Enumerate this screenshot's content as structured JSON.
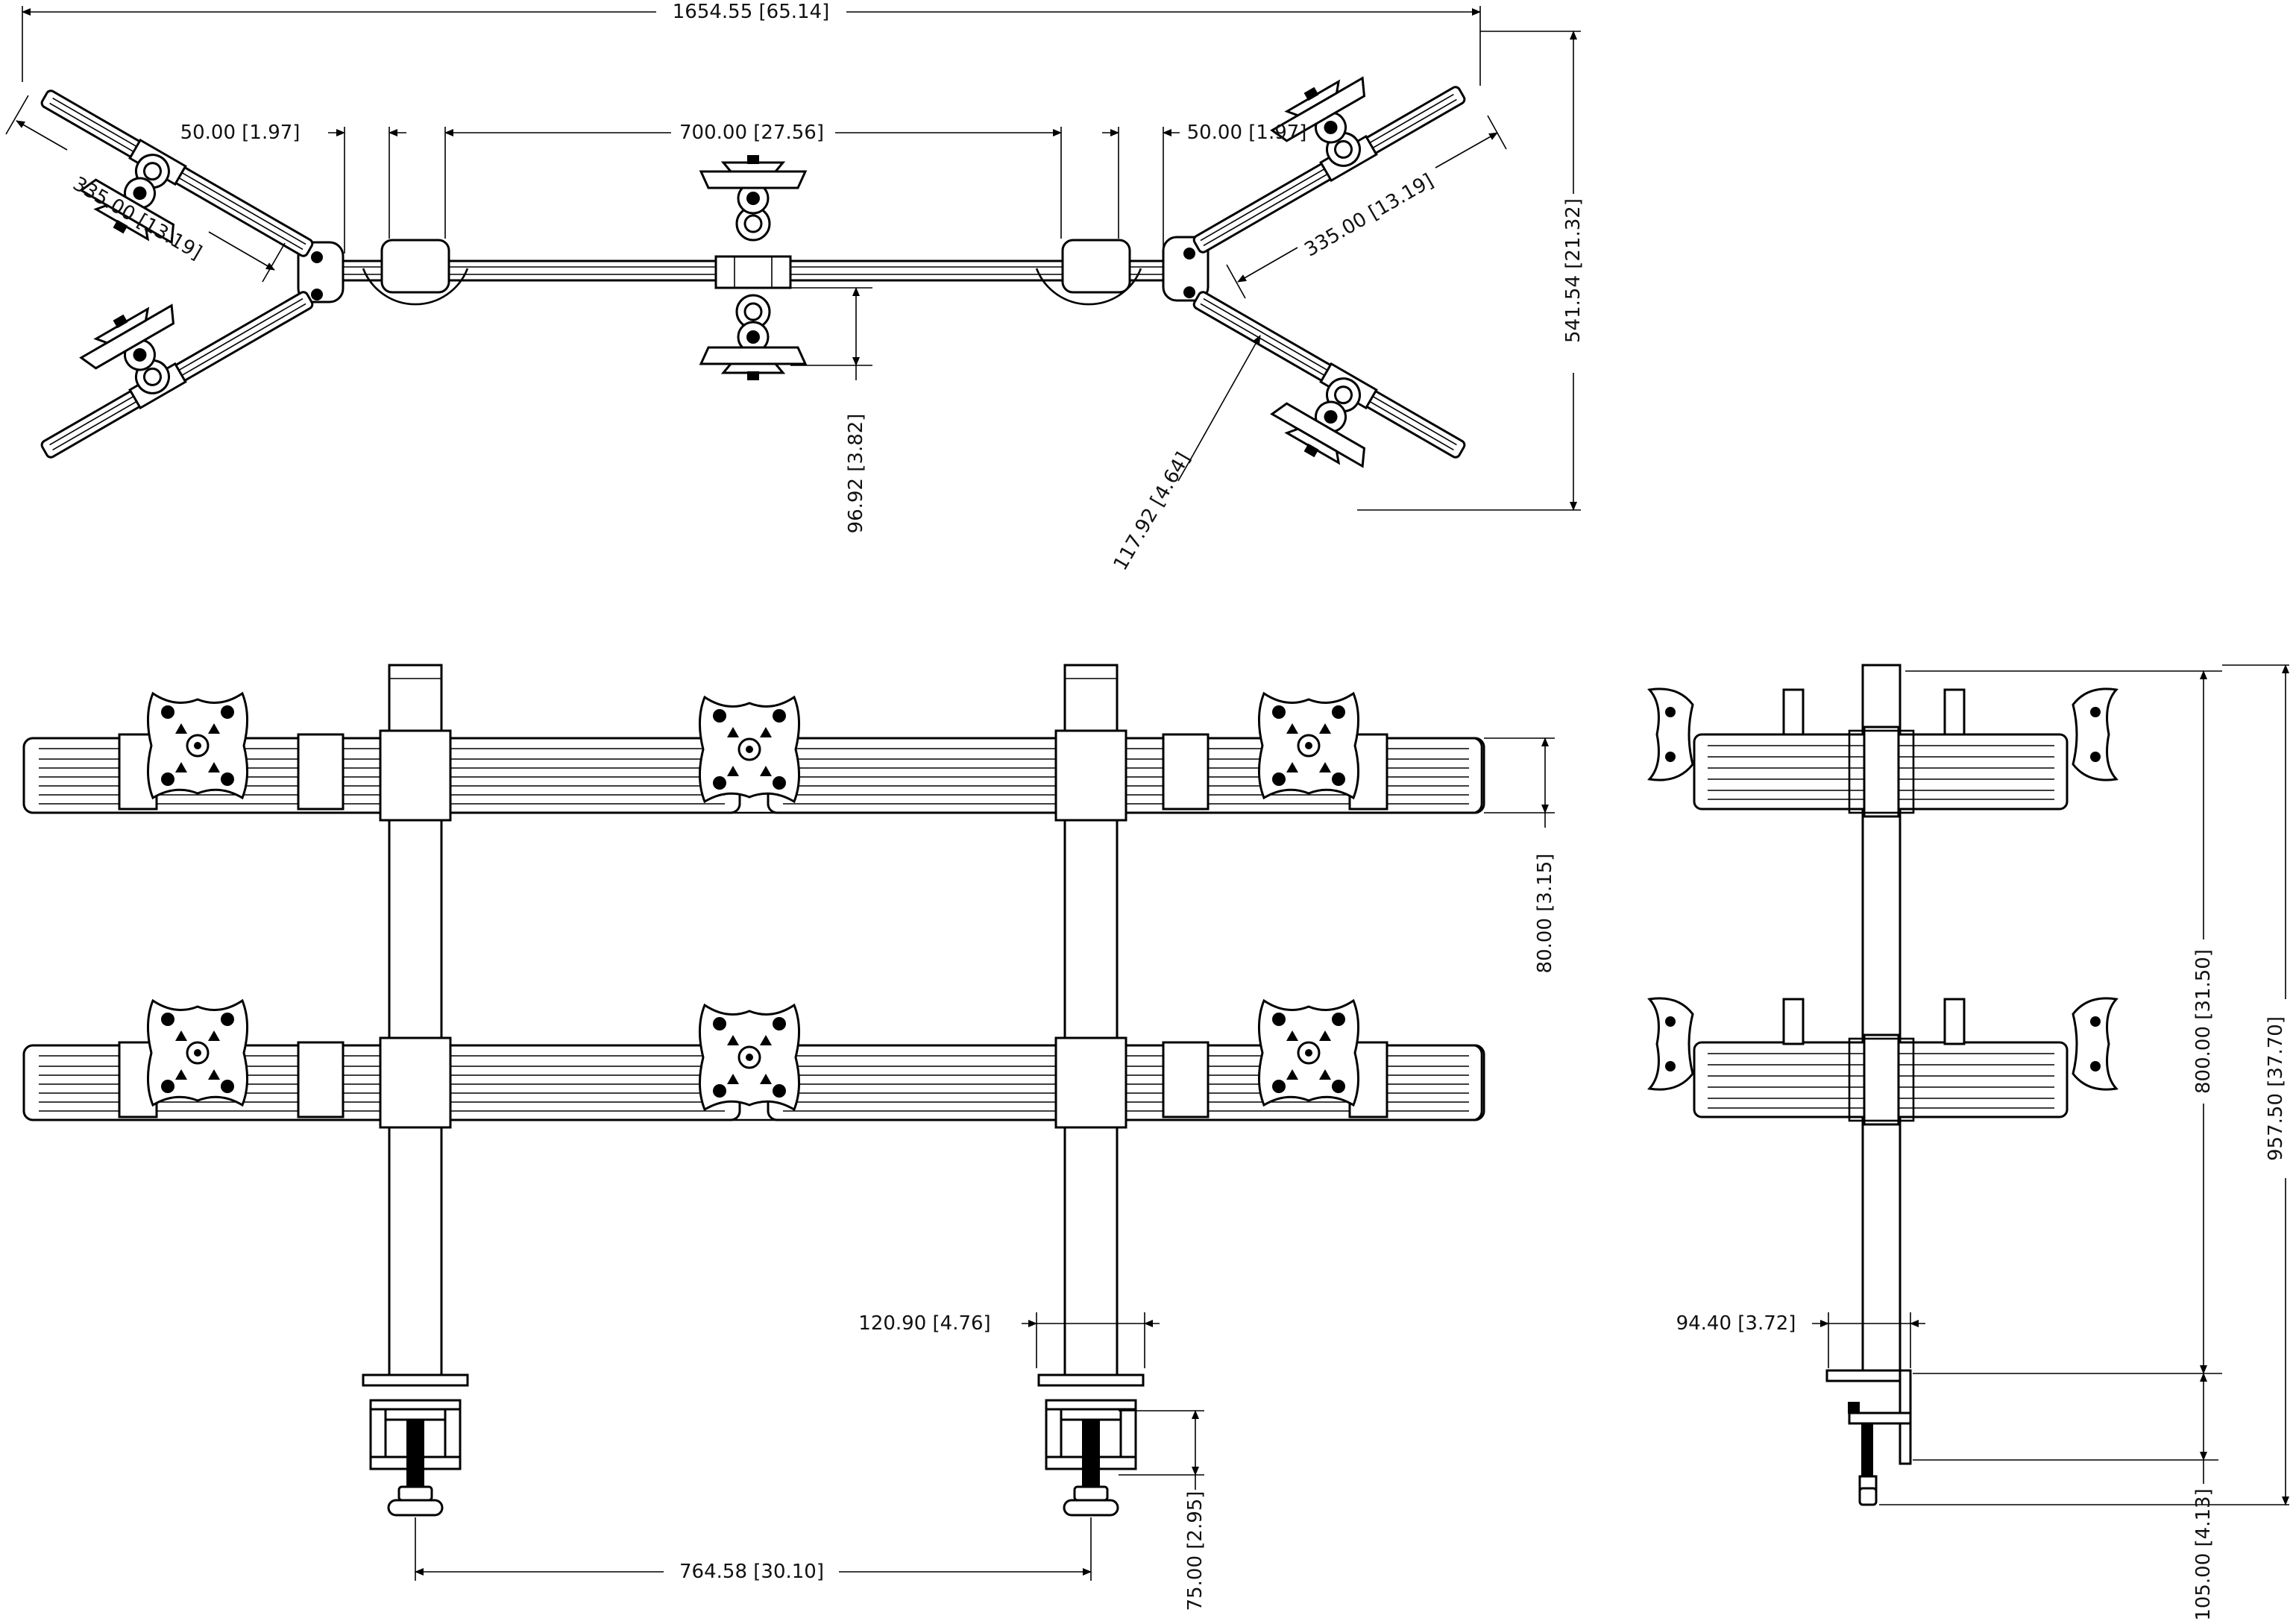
{
  "drawing": {
    "views": [
      "top-view",
      "front-view",
      "side-view"
    ]
  },
  "dimensions": {
    "overall_width": "1654.55 [65.14]",
    "left_offset": "50.00 [1.97]",
    "pole_spacing_top": "700.00 [27.56]",
    "right_offset": "50.00 [1.97]",
    "left_arm_length": "335.00 [13.19]",
    "right_arm_length": "335.00 [13.19]",
    "overall_depth": "541.54 [21.32]",
    "center_mount_depth": "96.92 [3.82]",
    "side_mount_depth": "117.92 [4.64]",
    "rail_height": "80.00 [3.15]",
    "clamp_width_front": "120.90 [4.76]",
    "clamp_spacing": "764.58 [30.10]",
    "clamp_depth": "75.00 [2.95]",
    "clamp_width_side": "94.40 [3.72]",
    "pole_height": "800.00 [31.50]",
    "overall_height": "957.50 [37.70]",
    "clamp_height": "105.00 [4.13]"
  },
  "colors": {
    "line": "#000000",
    "background": "#ffffff"
  }
}
